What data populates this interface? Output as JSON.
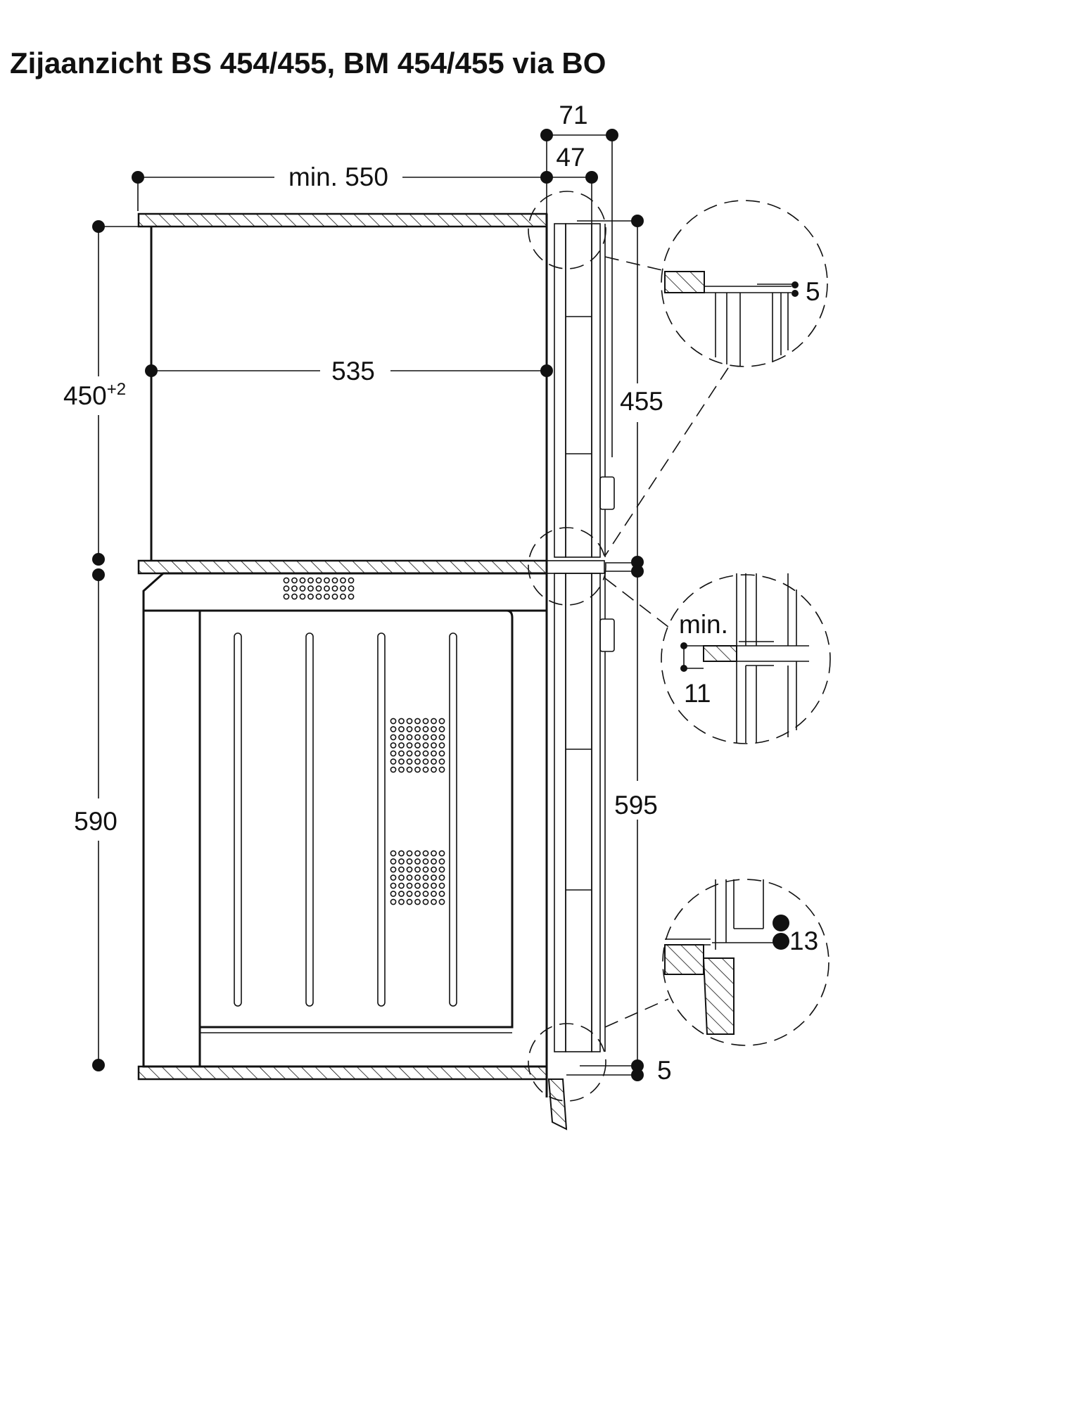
{
  "title": "Zijaanzicht BS 454/455, BM 454/455 via BO",
  "dimensions": {
    "depth_min": "min. 550",
    "inner_depth": "535",
    "niche_upper_base": "450",
    "niche_upper_tolerance": "+2",
    "niche_lower": "590",
    "front_total": "71",
    "front_panel": "47",
    "upper_height": "455",
    "lower_height": "595",
    "bottom_gap": "5"
  },
  "details": {
    "top_gap": "5",
    "middle_min_label": "min.",
    "middle_min_value": "11",
    "bottom_value": "13"
  }
}
